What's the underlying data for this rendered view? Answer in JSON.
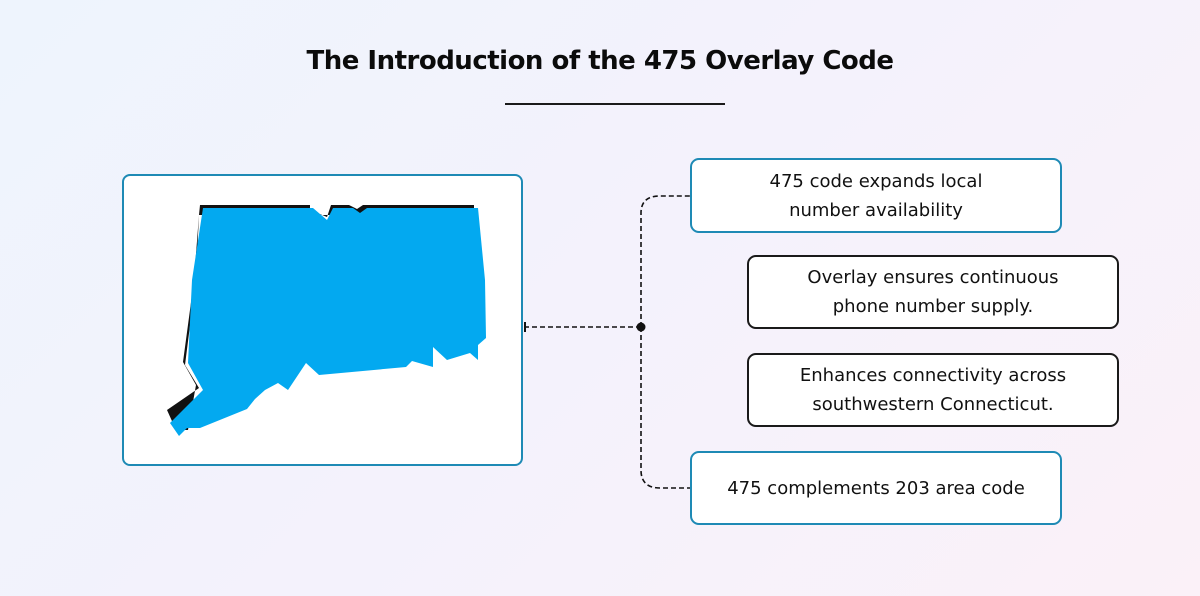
{
  "title": "The Introduction of the 475 Overlay Code",
  "map": {
    "region": "Connecticut",
    "fill_color": "#03a9f0",
    "shadow_color": "#111111",
    "card_border_color": "#1e8ab5"
  },
  "points": [
    {
      "text": "475 code expands local number availability",
      "style": "blue"
    },
    {
      "text": "Overlay ensures continuous phone number supply.",
      "style": "dark"
    },
    {
      "text": "Enhances connectivity across southwestern Connecticut.",
      "style": "dark"
    },
    {
      "text": "475 complements 203 area code",
      "style": "blue"
    }
  ]
}
